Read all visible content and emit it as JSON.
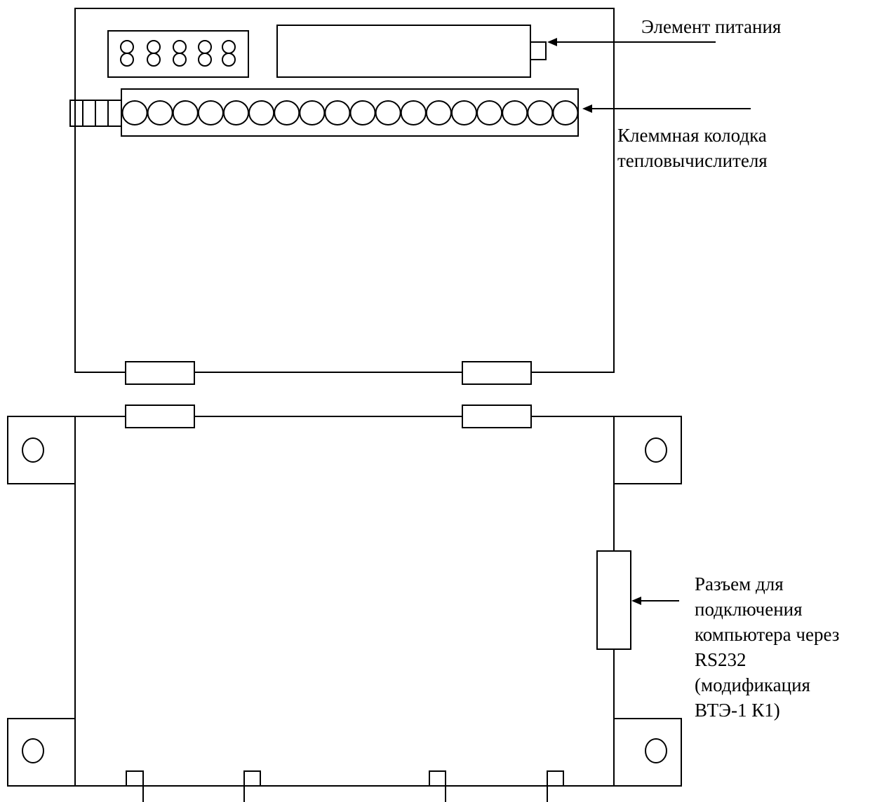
{
  "diagram": {
    "label_battery": "Элемент питания",
    "label_terminal_block": [
      "Клеммная колодка",
      "тепловычислителя"
    ],
    "label_connector": [
      "Разъем для",
      "подключения",
      "компьютера через",
      "RS232",
      "(модификация",
      "ВТЭ-1 К1)"
    ],
    "display_digits": "88888",
    "terminal_count": 18,
    "colors": {
      "stroke": "#000000",
      "background": "#ffffff"
    }
  }
}
